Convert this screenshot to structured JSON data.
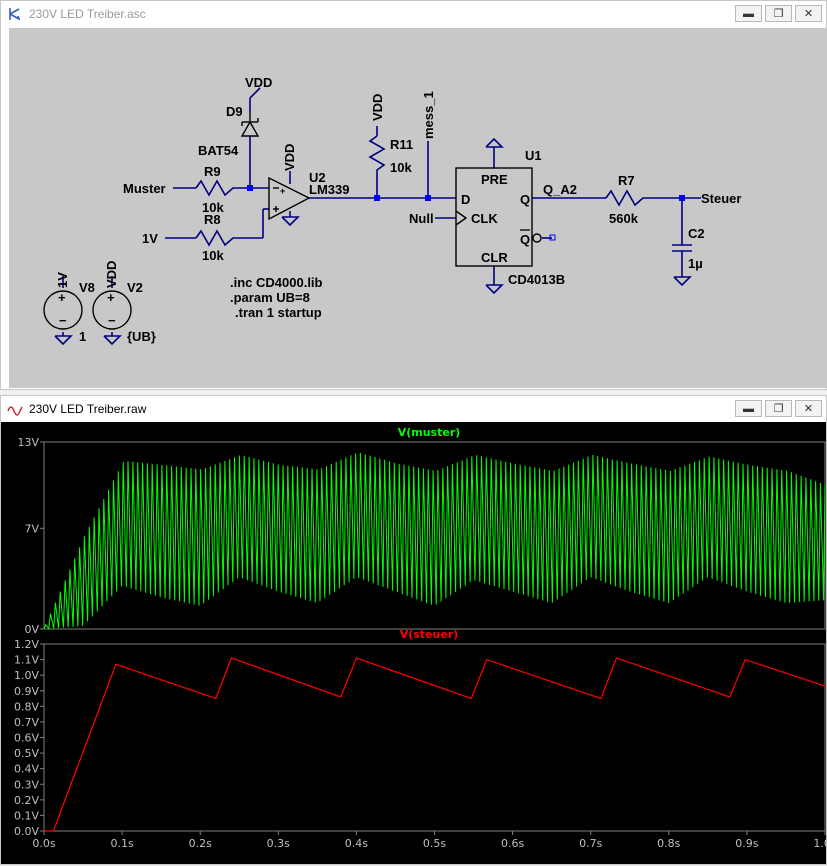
{
  "schematic_window": {
    "title": "230V LED Treiber.asc",
    "labels": {
      "vdd_top": "VDD",
      "d9": "D9",
      "bat54": "BAT54",
      "r9": "R9",
      "r9_val": "10k",
      "muster": "Muster",
      "r8": "R8",
      "r8_val": "10k",
      "v1_label": "1V",
      "u2": "U2",
      "lm339": "LM339",
      "vdd_u2": "VDD",
      "vdd_r11": "VDD",
      "r11": "R11",
      "r11_val": "10k",
      "mess": "mess_1",
      "u1": "U1",
      "pre": "PRE",
      "d": "D",
      "q": "Q",
      "clk": "CLK",
      "qbar": "Q",
      "clr": "CLR",
      "cd4013b": "CD4013B",
      "null": "Null",
      "q_a2": "Q_A2",
      "r7": "R7",
      "r7_val": "560k",
      "steuer": "Steuer",
      "c2": "C2",
      "c2_val": "1µ",
      "v8_val": "1V",
      "v8": "V8",
      "v8_dc": "1",
      "vdd_v2": "VDD",
      "v2": "V2",
      "v2_val": "{UB}",
      "directive1": ".inc CD4000.lib",
      "directive2": ".param UB=8",
      "directive3": ".tran 1 startup"
    }
  },
  "waveform_window": {
    "title": "230V LED Treiber.raw"
  },
  "colors": {
    "muster": "#00ff00",
    "steuer": "#ff0000",
    "grid": "#808080",
    "wire": "#000080"
  },
  "chart_data": [
    {
      "type": "line",
      "title": "V(muster)",
      "ylabel": "",
      "yticks": [
        "13V",
        "7V",
        "0V"
      ],
      "ylim": [
        0,
        13
      ],
      "x": [
        0.0,
        0.05,
        0.1,
        0.15,
        0.2,
        0.25,
        0.3,
        0.35,
        0.4,
        0.45,
        0.5,
        0.55,
        0.6,
        0.65,
        0.7,
        0.75,
        0.8,
        0.85,
        0.9,
        0.95,
        1.0
      ],
      "series": [
        {
          "name": "V(muster)",
          "peaks": [
            0.3,
            6.5,
            11.7,
            11.4,
            11.1,
            12.1,
            11.4,
            11.1,
            12.3,
            11.5,
            11.0,
            12.1,
            11.5,
            11.0,
            12.1,
            11.5,
            11.0,
            12.0,
            11.4,
            11.0,
            10.0
          ],
          "troughs": [
            0.0,
            0.2,
            3.0,
            2.2,
            1.6,
            3.6,
            2.6,
            1.8,
            3.6,
            2.6,
            1.6,
            3.4,
            2.6,
            1.8,
            3.6,
            2.6,
            1.8,
            3.6,
            2.6,
            1.8,
            2.0
          ]
        }
      ]
    },
    {
      "type": "line",
      "title": "V(steuer)",
      "ylabel": "",
      "yticks": [
        "1.2V",
        "1.1V",
        "1.0V",
        "0.9V",
        "0.8V",
        "0.7V",
        "0.6V",
        "0.5V",
        "0.4V",
        "0.3V",
        "0.2V",
        "0.1V",
        "0.0V"
      ],
      "ylim": [
        0,
        1.2
      ],
      "xticks": [
        "0.0s",
        "0.1s",
        "0.2s",
        "0.3s",
        "0.4s",
        "0.5s",
        "0.6s",
        "0.7s",
        "0.8s",
        "0.9s",
        "1.0s"
      ],
      "xlim": [
        0,
        1.0
      ],
      "series": [
        {
          "name": "V(steuer)",
          "x": [
            0.0,
            0.012,
            0.092,
            0.22,
            0.24,
            0.38,
            0.4,
            0.547,
            0.567,
            0.713,
            0.733,
            0.878,
            0.898,
            1.0
          ],
          "y": [
            0.0,
            0.0,
            1.07,
            0.85,
            1.11,
            0.86,
            1.11,
            0.85,
            1.1,
            0.85,
            1.11,
            0.86,
            1.1,
            0.93
          ]
        }
      ]
    }
  ]
}
